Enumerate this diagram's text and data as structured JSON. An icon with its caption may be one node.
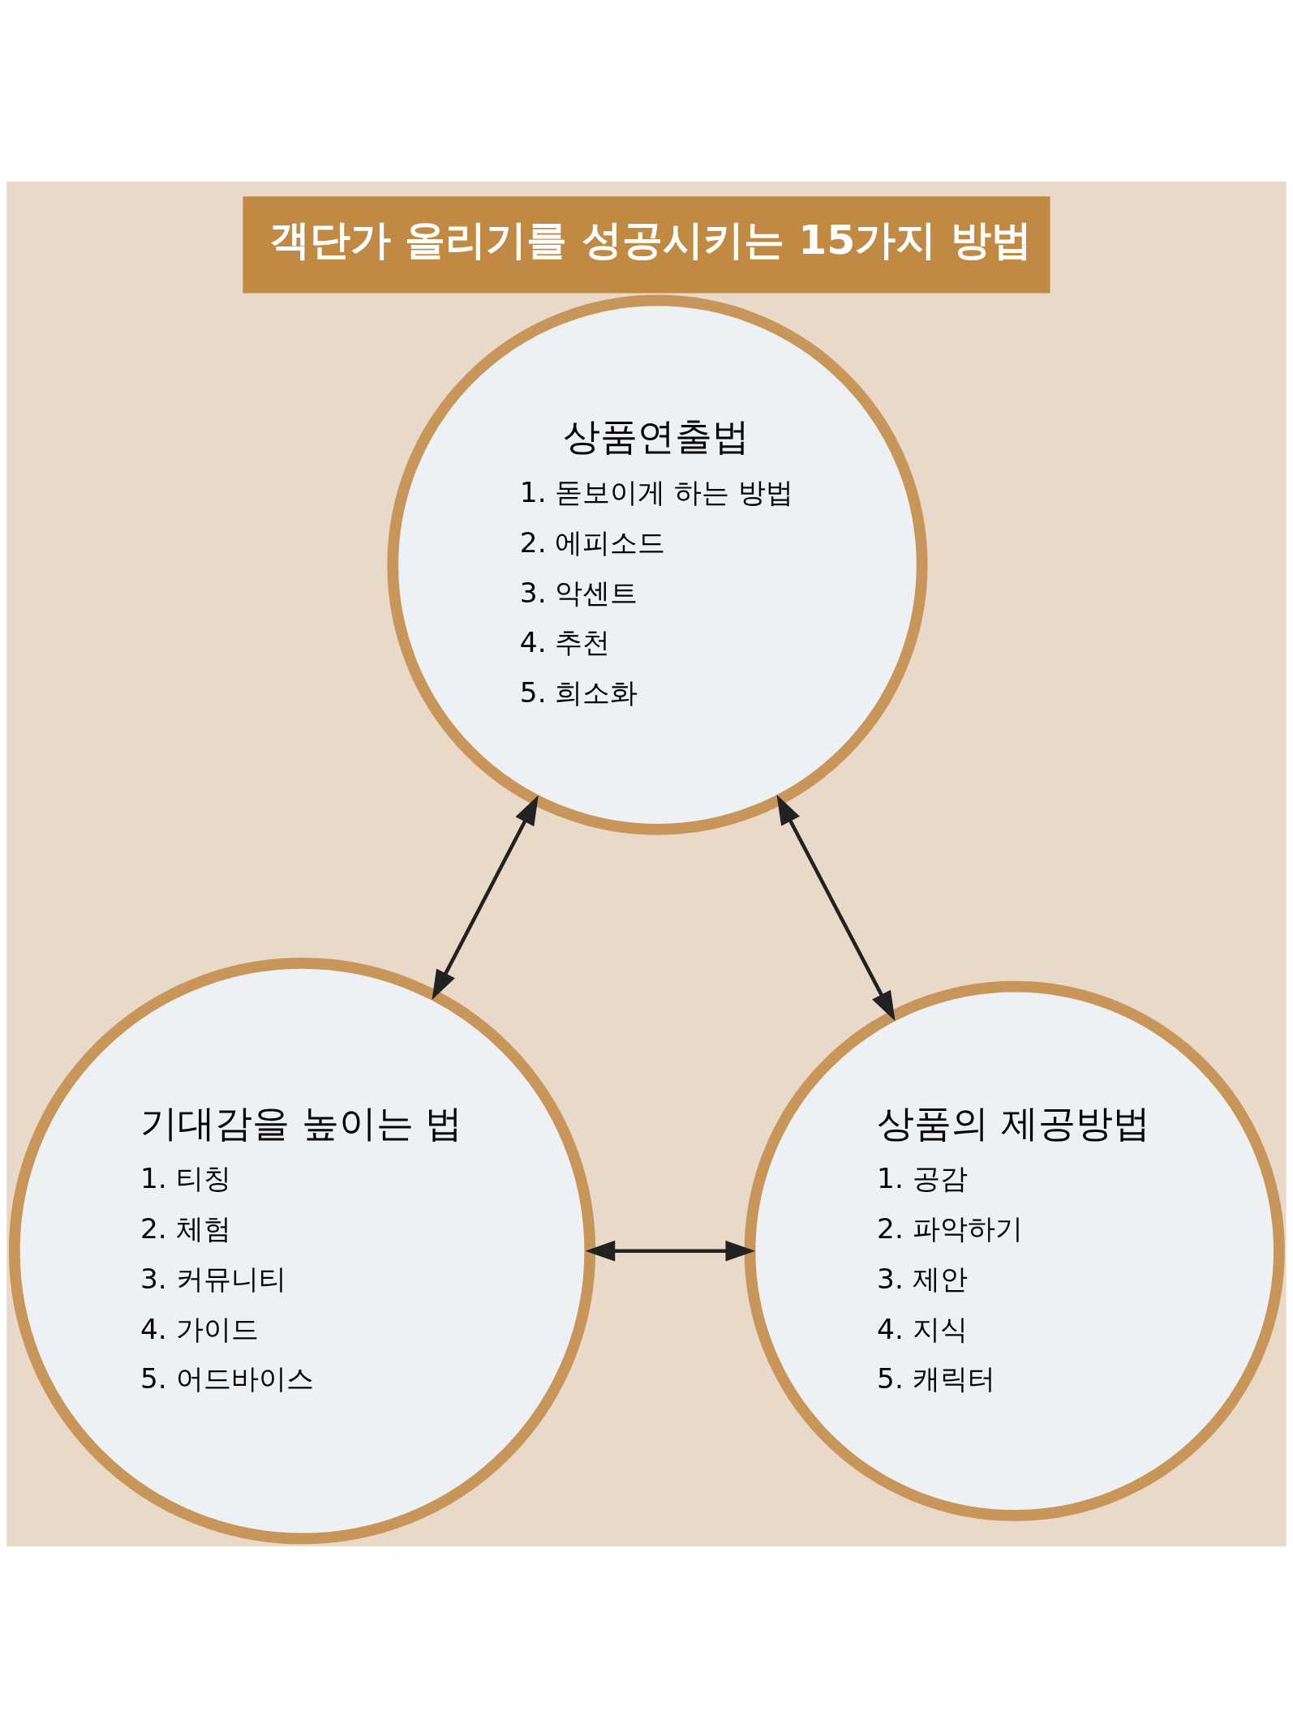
{
  "diagram": {
    "title": "객단가 올리기를 성공시키는 15가지 방법",
    "nodes": [
      {
        "text": [
          "상품연출법",
          "1. 돋보이게 하는 방법",
          "2. 에피소드",
          "3. 악센트",
          "4. 추천",
          "5. 희소화"
        ]
      },
      {
        "text": [
          "기대감을 높이는 법",
          "1. 티칭",
          "2. 체험",
          "3. 커뮤니티",
          "4. 가이드",
          "5. 어드바이스"
        ]
      },
      {
        "text": [
          "상품의 제공방법",
          "1. 공감",
          "2. 파악하기",
          "3. 제안",
          "4. 지식",
          "5. 캐릭터"
        ]
      }
    ],
    "edges": [
      {
        "from": 0,
        "to": 1,
        "arrow": "both"
      },
      {
        "from": 0,
        "to": 2,
        "arrow": "both"
      },
      {
        "from": 1,
        "to": 2,
        "arrow": "both"
      }
    ]
  }
}
